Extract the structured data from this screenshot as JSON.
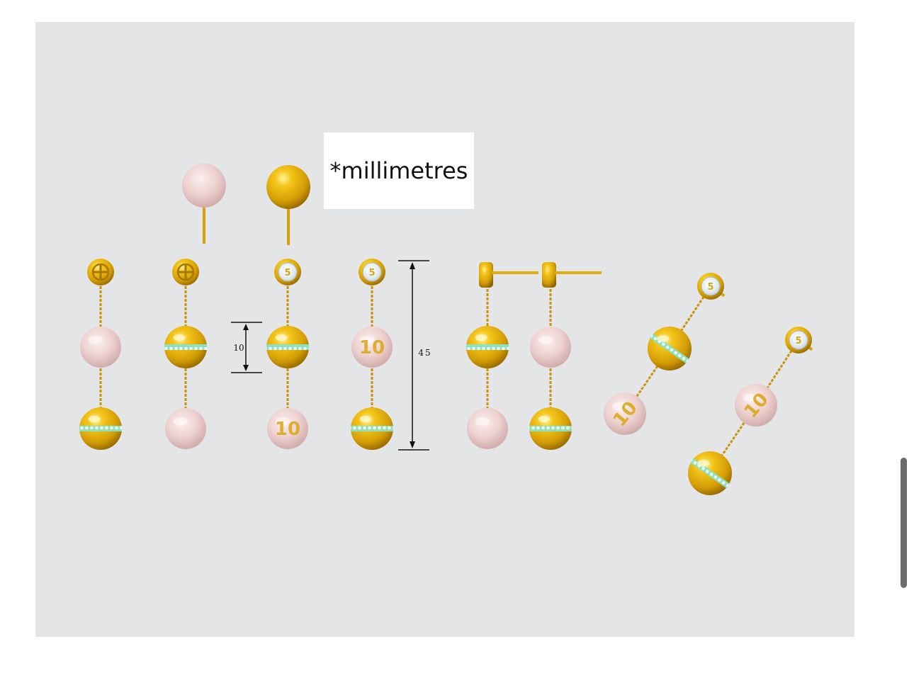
{
  "unit_note": "*millimetres",
  "dimensions": {
    "ball_diameter": "10",
    "total_length": "45"
  },
  "engravings": {
    "ball_number": "10",
    "stud_number": "5"
  },
  "colors": {
    "background": "#e4e5e6",
    "gold": "#e2ad0a",
    "pearl": "#e8c9c7",
    "diamond": "#eef3f5",
    "emerald_band": "#7fd9b3",
    "scrollbar": "#6b6b6b"
  }
}
